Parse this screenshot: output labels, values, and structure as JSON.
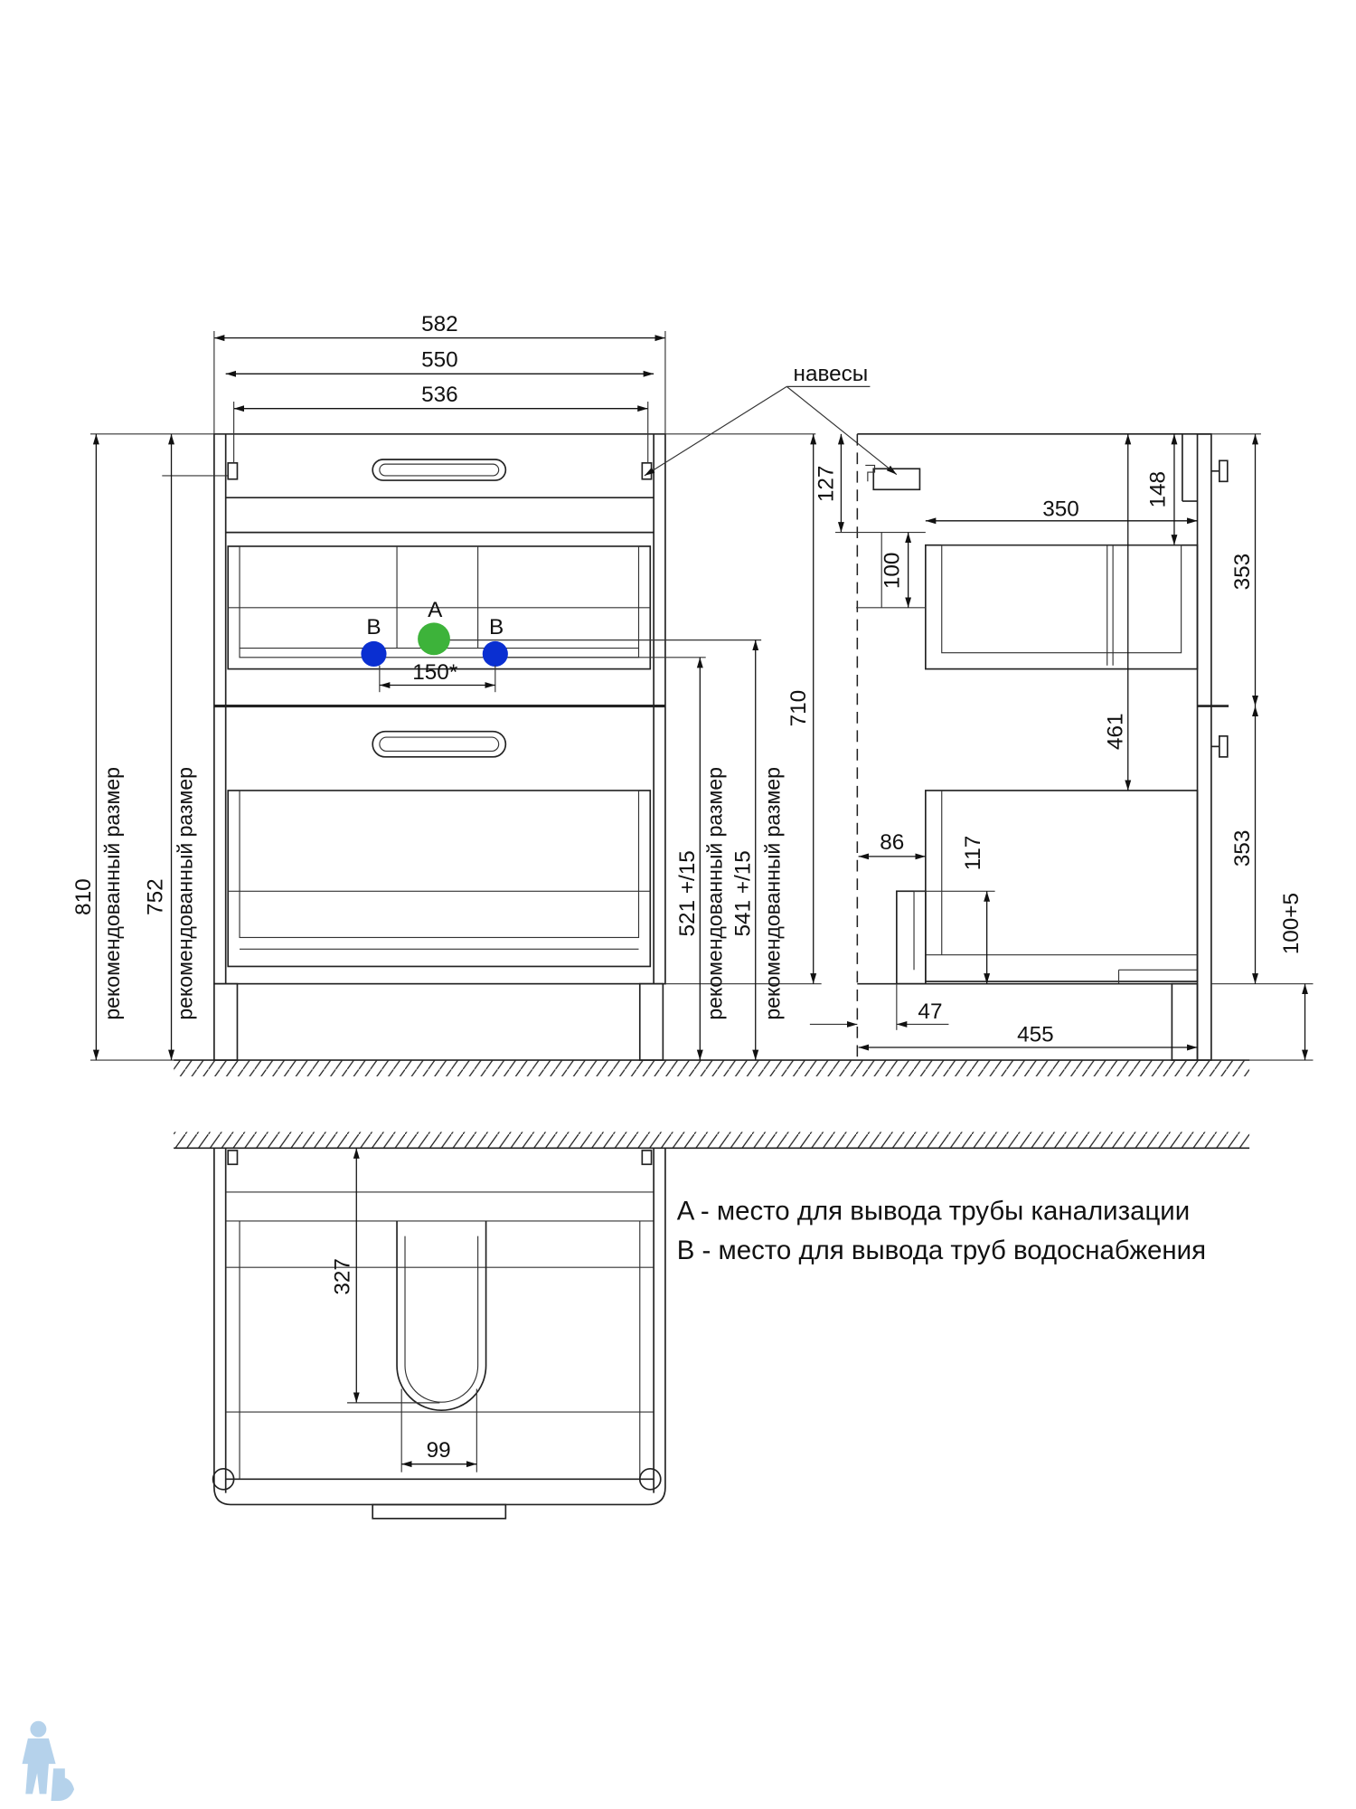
{
  "front": {
    "w582": "582",
    "w550": "550",
    "w536": "536",
    "h810": "810",
    "h752": "752",
    "h710": "710",
    "h521": "521 +/15",
    "h541": "541 +/15",
    "recommended": "рекомендованный размер",
    "hinges": "навесы",
    "point_a": "A",
    "point_b": "B",
    "spacing": "150*"
  },
  "side": {
    "d350": "350",
    "d148": "148",
    "d127": "127",
    "d100": "100",
    "d461": "461",
    "d353a": "353",
    "d353b": "353",
    "d86": "86",
    "d117": "117",
    "d47": "47",
    "d455": "455",
    "d100p5": "100+5"
  },
  "plan": {
    "d327": "327",
    "d99": "99"
  },
  "legend": {
    "a": "A - место для вывода трубы канализации",
    "b": "B - место для вывода труб водоснабжения"
  },
  "colors": {
    "drain": "#3db33a",
    "water": "#0a2fd1",
    "logo": "#a9cbe8"
  }
}
